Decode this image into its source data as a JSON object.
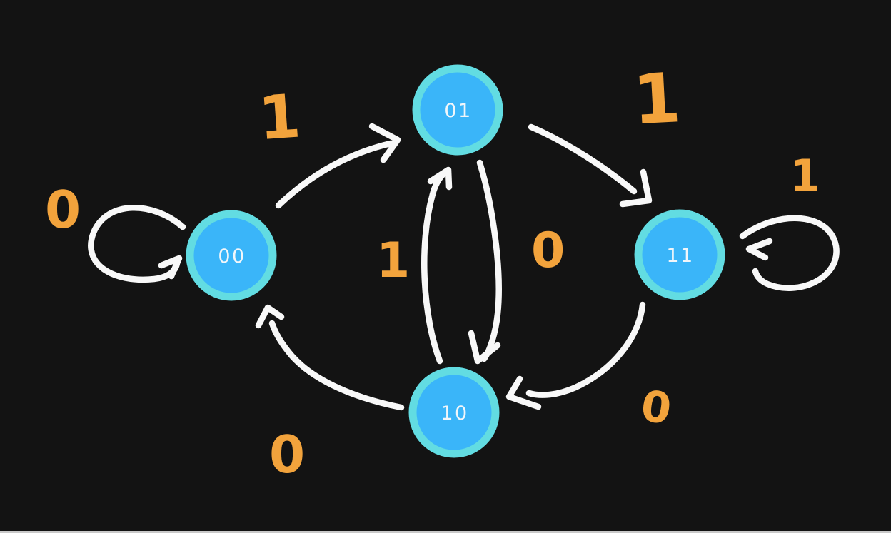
{
  "diagram": {
    "type": "finite-state-machine",
    "colors": {
      "bg": "#131313",
      "node-fill": "#3AB5F9",
      "node-border": "#62DCE2",
      "arrow": "#F8F8F8",
      "edge-label": "#F2A33C",
      "node-label": "#F1F6FA"
    }
  },
  "nodes": [
    {
      "id": "00",
      "label": "00"
    },
    {
      "id": "01",
      "label": "01"
    },
    {
      "id": "11",
      "label": "11"
    },
    {
      "id": "10",
      "label": "10"
    }
  ],
  "transitions": [
    {
      "from": "00",
      "to": "00",
      "label": "0"
    },
    {
      "from": "00",
      "to": "01",
      "label": "1"
    },
    {
      "from": "01",
      "to": "11",
      "label": "1"
    },
    {
      "from": "11",
      "to": "11",
      "label": "1"
    },
    {
      "from": "10",
      "to": "01",
      "label": "1"
    },
    {
      "from": "01",
      "to": "10",
      "label": "0"
    },
    {
      "from": "11",
      "to": "10",
      "label": "0"
    },
    {
      "from": "10",
      "to": "00",
      "label": "0"
    }
  ]
}
